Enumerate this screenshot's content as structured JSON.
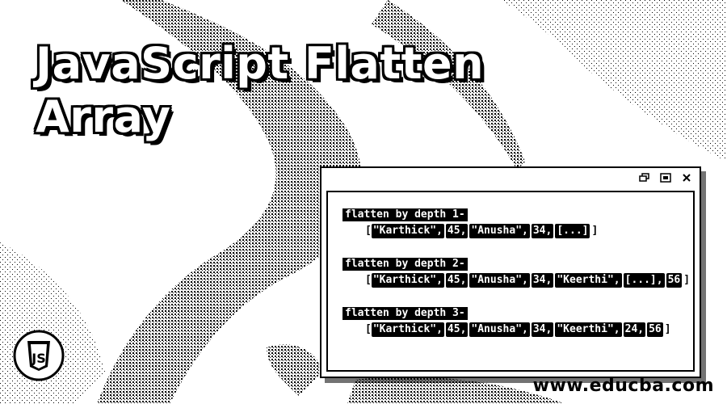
{
  "banner": {
    "title_line1": "JavaScript Flatten",
    "title_line2": "Array"
  },
  "console_window": {
    "controls": [
      "restore-icon",
      "minimize-icon",
      "close-icon"
    ],
    "entries": [
      {
        "label": "flatten by depth 1-",
        "open": "[",
        "items": [
          "\"Karthick\",",
          "45,",
          "\"Anusha\",",
          "34,",
          "[...]"
        ],
        "close": "]"
      },
      {
        "label": "flatten by depth 2-",
        "open": "[",
        "items": [
          "\"Karthick\",",
          "45,",
          "\"Anusha\",",
          "34,",
          "\"Keerthi\",",
          "[...],",
          "56"
        ],
        "close": "]"
      },
      {
        "label": "flatten by depth 3-",
        "open": "[",
        "items": [
          "\"Karthick\",",
          "45,",
          "\"Anusha\",",
          "34,",
          "\"Keerthi\",",
          "24,",
          "56"
        ],
        "close": "]"
      }
    ]
  },
  "logo": {
    "text": "JS",
    "icon": "javascript-shield-icon"
  },
  "watermark": "www.educba.com"
}
